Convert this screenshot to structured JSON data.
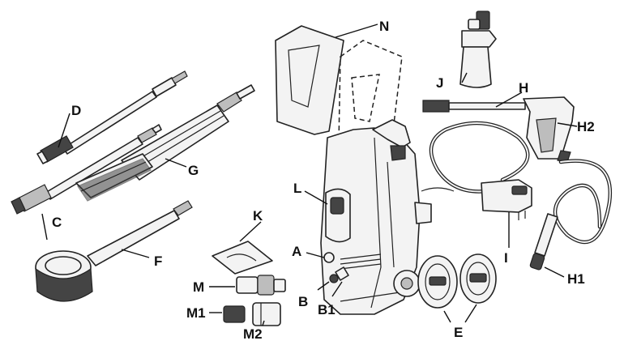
{
  "labels": {
    "A": "A",
    "B": "B",
    "B1": "B1",
    "C": "C",
    "D": "D",
    "E": "E",
    "F": "F",
    "G": "G",
    "H": "H",
    "H1": "H1",
    "H2": "H2",
    "I": "I",
    "J": "J",
    "K": "K",
    "L": "L",
    "M": "M",
    "M1": "M1",
    "M2": "M2",
    "N": "N"
  },
  "colors": {
    "line": "#222222",
    "fill": "#f3f3f3",
    "background": "#ffffff"
  }
}
